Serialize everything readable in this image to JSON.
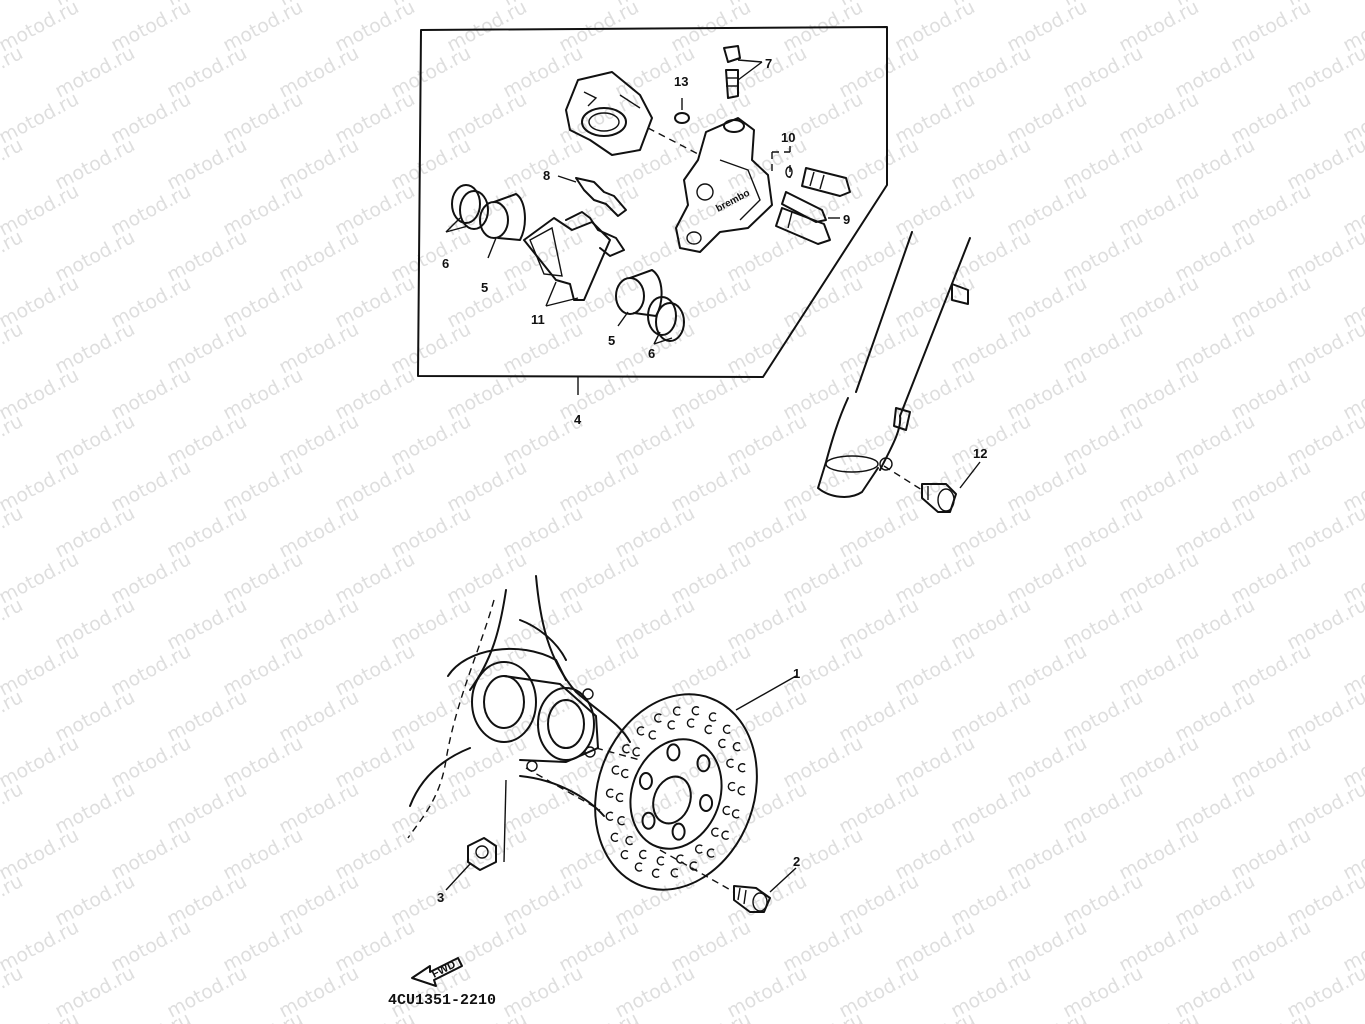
{
  "watermark": {
    "text": "motod.ru"
  },
  "diagram_code": "4CU1351-2210",
  "fwd_label": "FWD",
  "brand_mark": "brembo",
  "callouts": {
    "c1": "1",
    "c2": "2",
    "c3": "3",
    "c4": "4",
    "c5a": "5",
    "c5b": "5",
    "c6a": "6",
    "c6b": "6",
    "c7": "7",
    "c8": "8",
    "c9": "9",
    "c10": "10",
    "c11": "11",
    "c12": "12",
    "c13": "13"
  }
}
